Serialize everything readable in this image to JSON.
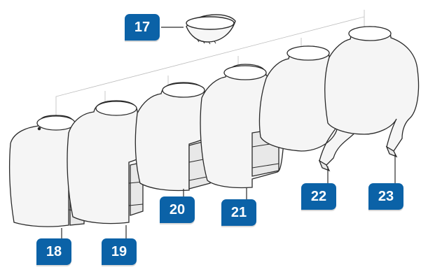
{
  "colors": {
    "callout": "#0b62a7",
    "outline": "#2a2a2a",
    "fill": "#f4f4f4",
    "rule": "#bdbdbd"
  },
  "parts": [
    {
      "id": "p17",
      "label": "17",
      "kind": "bowl"
    },
    {
      "id": "p18",
      "label": "18",
      "kind": "vest-short"
    },
    {
      "id": "p19",
      "label": "19",
      "kind": "vest-short"
    },
    {
      "id": "p20",
      "label": "20",
      "kind": "vest-short"
    },
    {
      "id": "p21",
      "label": "21",
      "kind": "vest-short"
    },
    {
      "id": "p22",
      "label": "22",
      "kind": "jacket-sleeve"
    },
    {
      "id": "p23",
      "label": "23",
      "kind": "jacket-sleeve"
    }
  ]
}
